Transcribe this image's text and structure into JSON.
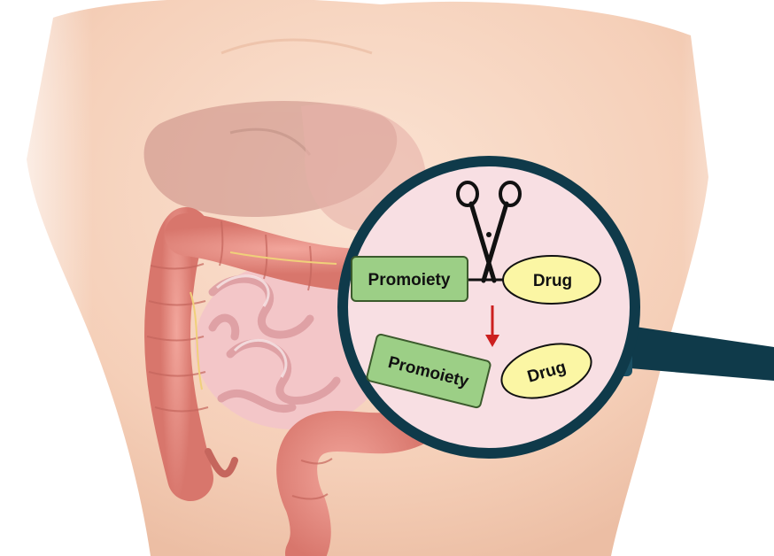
{
  "figure": {
    "illustration": "human abdomen with liver, stomach, small intestine and colon",
    "magnifier": {
      "top_row": {
        "promoiety_label": "Promoiety",
        "drug_label": "Drug"
      },
      "bottom_row": {
        "promoiety_label": "Promoiety",
        "drug_label": "Drug"
      },
      "cleavage_icon": "scissors-icon",
      "arrow_icon": "down-arrow-icon"
    },
    "colors": {
      "skin": "#f7d6c1",
      "lens_fill": "#f8dfe3",
      "lens_rim": "#0f3a4a",
      "promoiety_fill": "#9ccf86",
      "promoiety_border": "#3b5a2c",
      "drug_fill": "#fbf6a4",
      "arrow": "#cc1f1f",
      "colon": "#e48c84",
      "small_intestine": "#f1bcc0"
    }
  }
}
